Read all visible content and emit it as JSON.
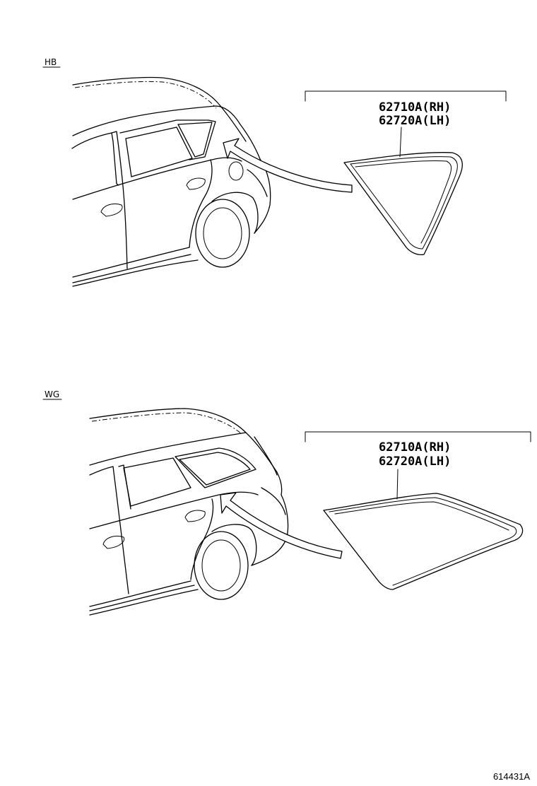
{
  "sections": [
    {
      "id": "hb",
      "label": "HB",
      "parts": [
        "62710A(RH)",
        "62720A(LH)"
      ]
    },
    {
      "id": "wg",
      "label": "WG",
      "parts": [
        "62710A(RH)",
        "62720A(LH)"
      ]
    }
  ],
  "illustration_code": "614431A"
}
